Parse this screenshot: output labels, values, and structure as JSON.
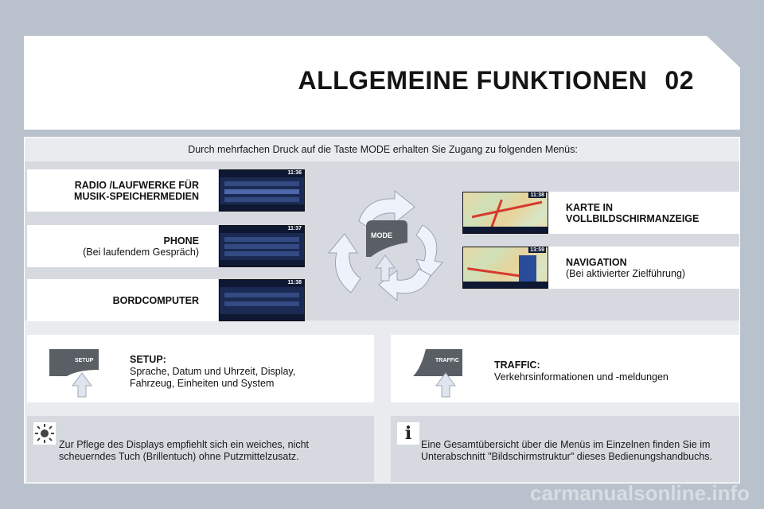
{
  "header": {
    "title": "ALLGEMEINE FUNKTIONEN",
    "chapter": "02"
  },
  "intro": "Durch mehrfachen Druck auf die Taste MODE erhalten Sie Zugang zu folgenden Menüs:",
  "mode_button": "MODE",
  "left_menus": [
    {
      "line1": "RADIO /LAUFWERKE FÜR",
      "line2": "MUSIK-SPEICHERMEDIEN",
      "clock": "11:36"
    },
    {
      "line1": "PHONE",
      "line2": "(Bei laufendem Gespräch)",
      "clock": "11:37"
    },
    {
      "line1": "BORDCOMPUTER",
      "line2": "",
      "clock": "11:38"
    }
  ],
  "right_menus": [
    {
      "line1": "KARTE IN",
      "line2": "VOLLBILDSCHIRMANZEIGE",
      "clock": "11:38"
    },
    {
      "line1": "NAVIGATION",
      "line2": "(Bei aktivierter Zielführung)",
      "clock": "13:59"
    }
  ],
  "setup": {
    "button": "SETUP",
    "title": "SETUP:",
    "line1": "Sprache, Datum und Uhrzeit, Display,",
    "line2": "Fahrzeug, Einheiten und System"
  },
  "traffic": {
    "button": "TRAFFIC",
    "title": "TRAFFIC:",
    "line1": "Verkehrsinformationen und -meldungen"
  },
  "notes": {
    "care_line1": "Zur Pflege des Displays empfiehlt sich ein weiches, nicht",
    "care_line2": "scheuerndes Tuch (Brillentuch) ohne Putzmittelzusatz.",
    "info_icon": "i",
    "info_line1": "Eine Gesamtübersicht über die Menüs im Einzelnen finden Sie im",
    "info_line2": "Unterabschnitt \"Bildschirmstruktur\" dieses Bedienungshandbuchs."
  },
  "watermark": "carmanualsonline.info",
  "colors": {
    "background": "#b9c1cc",
    "panel": "#e9ebee",
    "band": "#d6dae0",
    "button": "#5a5f66",
    "arrow": "#e9eef8"
  },
  "icons": [
    "mode-button-icon",
    "cycle-arrow-icon",
    "up-arrow-icon",
    "sun-icon",
    "info-icon"
  ]
}
